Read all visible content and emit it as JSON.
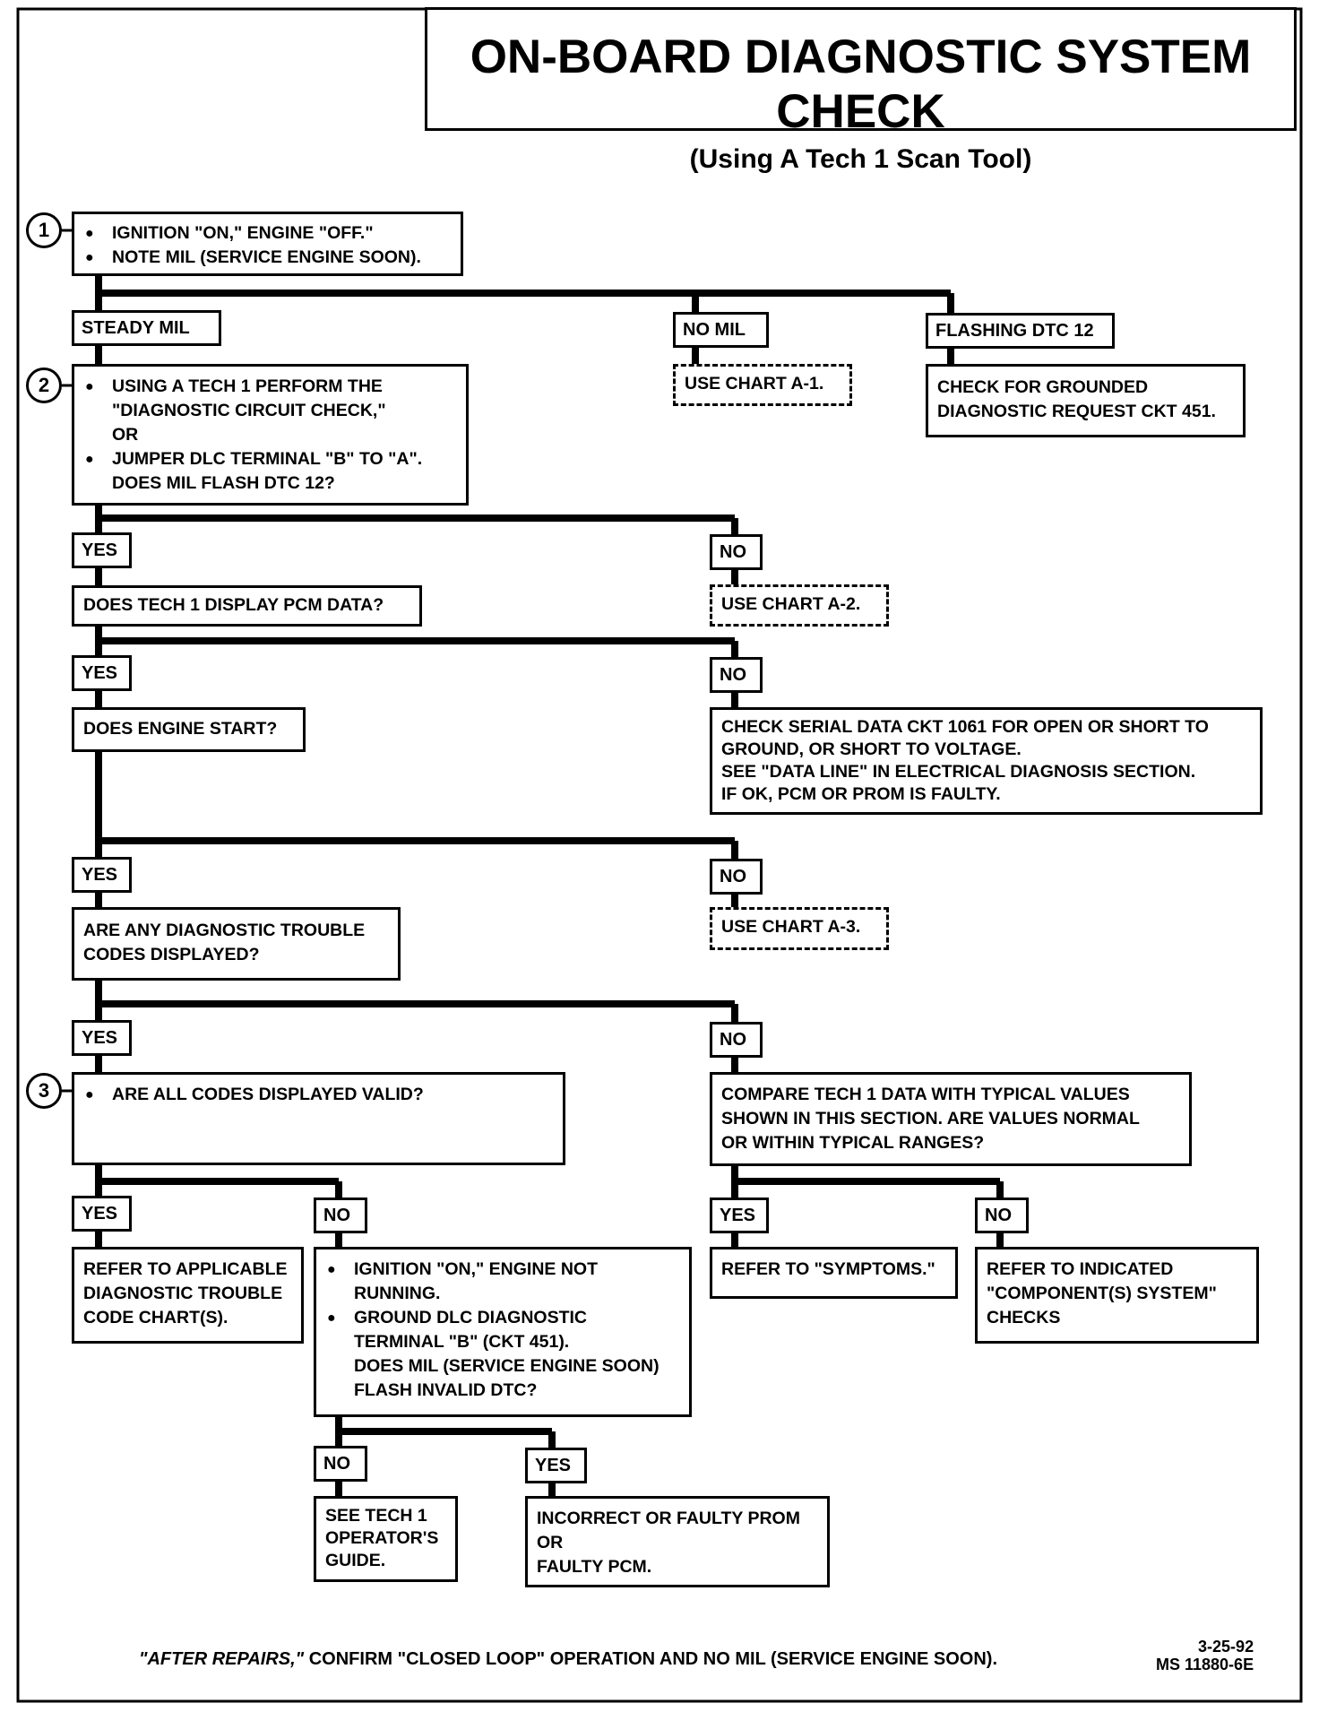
{
  "title": "ON-BOARD DIAGNOSTIC SYSTEM CHECK",
  "subtitle": "(Using A Tech 1 Scan Tool)",
  "steps": [
    "1",
    "2",
    "3"
  ],
  "box1": [
    "IGNITION \"ON,\" ENGINE \"OFF.\"",
    "NOTE MIL (SERVICE ENGINE SOON)."
  ],
  "lbl_steady_mil": "STEADY MIL",
  "lbl_no_mil": "NO MIL",
  "lbl_flashing_dtc": "FLASHING DTC 12",
  "box_chart_a1": "USE CHART A-1.",
  "box_grounded": [
    "CHECK FOR GROUNDED",
    "DIAGNOSTIC REQUEST CKT 451."
  ],
  "box2": [
    "USING A TECH 1 PERFORM THE",
    "\"DIAGNOSTIC CIRCUIT CHECK,\"",
    "OR",
    "JUMPER DLC TERMINAL \"B\" TO \"A\".",
    "DOES MIL FLASH DTC 12?"
  ],
  "yes": "YES",
  "no": "NO",
  "box_pcm_data": "DOES TECH 1 DISPLAY PCM DATA?",
  "box_chart_a2": "USE CHART A-2.",
  "box_engine_start": "DOES ENGINE START?",
  "box_serial": [
    "CHECK SERIAL DATA CKT 1061 FOR OPEN OR SHORT TO",
    "GROUND, OR SHORT TO VOLTAGE.",
    "SEE \"DATA LINE\" IN ELECTRICAL DIAGNOSIS SECTION.",
    "IF OK, PCM OR PROM IS FAULTY."
  ],
  "box_dtc_displayed": [
    "ARE ANY DIAGNOSTIC TROUBLE",
    "CODES DISPLAYED?"
  ],
  "box_chart_a3": "USE CHART A-3.",
  "box3": "ARE ALL CODES DISPLAYED VALID?",
  "box_compare": [
    "COMPARE TECH 1 DATA WITH TYPICAL VALUES",
    "SHOWN IN THIS SECTION. ARE VALUES NORMAL",
    "OR WITHIN TYPICAL RANGES?"
  ],
  "box_refer_dtc": [
    "REFER TO APPLICABLE",
    "DIAGNOSTIC TROUBLE",
    "CODE CHART(S)."
  ],
  "box_ground_dlc": [
    "IGNITION \"ON,\" ENGINE NOT",
    "RUNNING.",
    "GROUND DLC DIAGNOSTIC",
    "TERMINAL \"B\" (CKT 451).",
    "DOES MIL (SERVICE ENGINE SOON)",
    "FLASH INVALID DTC?"
  ],
  "box_symptoms": "REFER TO \"SYMPTOMS.\"",
  "box_component": [
    "REFER TO INDICATED",
    "\"COMPONENT(S) SYSTEM\"",
    "CHECKS"
  ],
  "box_operator": [
    "SEE TECH 1",
    "OPERATOR'S",
    "GUIDE."
  ],
  "box_faulty": [
    "INCORRECT OR FAULTY PROM",
    "OR",
    "FAULTY PCM."
  ],
  "footer_italic": "\"AFTER REPAIRS,\"",
  "footer_rest": " CONFIRM \"CLOSED LOOP\" OPERATION AND NO MIL (SERVICE ENGINE SOON).",
  "doc_date": "3-25-92",
  "doc_number": "MS 11880-6E"
}
